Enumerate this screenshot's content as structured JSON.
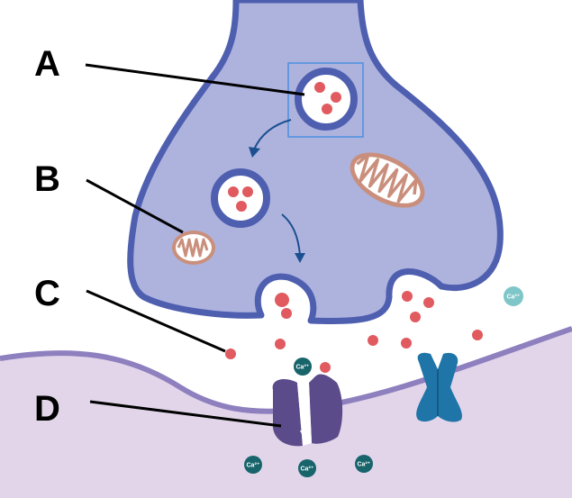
{
  "labels": {
    "a": "A",
    "b": "B",
    "c": "C",
    "d": "D"
  },
  "ions": {
    "calcium": "Ca²⁺"
  },
  "colors": {
    "terminal_fill": "#aeb3de",
    "terminal_outline": "#4f5fb0",
    "postsynaptic_fill": "#e2d5ea",
    "postsynaptic_outline": "#8e7fbe",
    "neurotransmitter": "#e05a5f",
    "mitochondrion": "#c98f7c",
    "channel_purple": "#5b4b8a",
    "receptor_blue": "#1f74a8",
    "calcium_ion": "#17646b",
    "highlight_box": "#4a8fe0",
    "arrow": "#1b4f8f"
  }
}
